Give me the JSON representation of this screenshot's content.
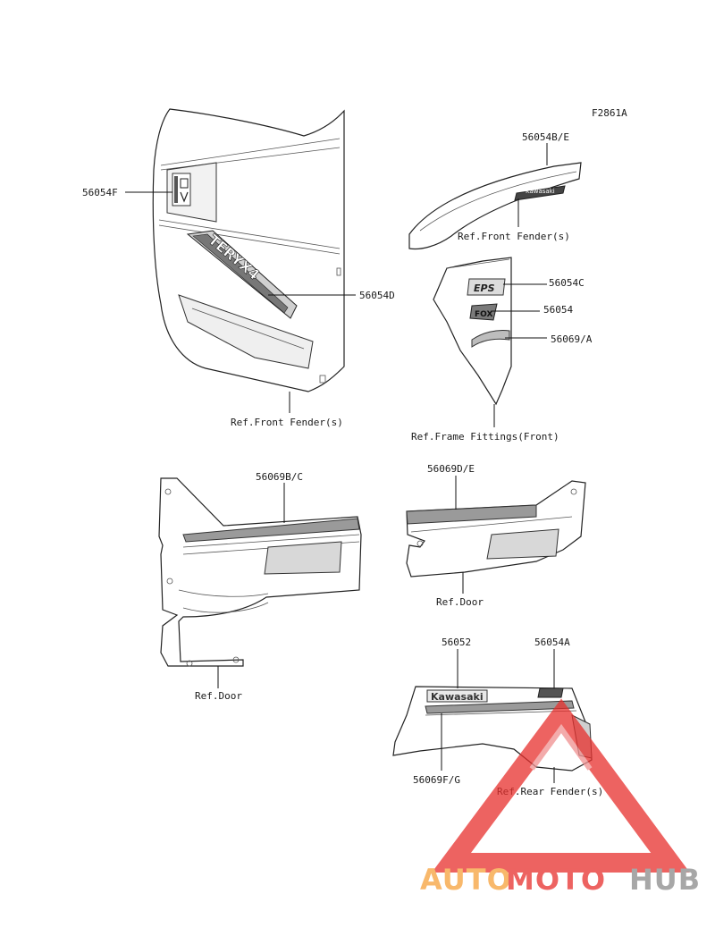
{
  "figure_code": "F2861A",
  "labels": {
    "p56054F": "56054F",
    "p56054D": "56054D",
    "ref_front_fender_left": "Ref.Front Fender(s)",
    "p56054BE": "56054B/E",
    "ref_front_fender_right": "Ref.Front Fender(s)",
    "p56054C": "56054C",
    "p56054": "56054",
    "p56069A": "56069/A",
    "ref_frame_fittings": "Ref.Frame Fittings(Front)",
    "p56069BC": "56069B/C",
    "ref_door_left": "Ref.Door",
    "p56069DE": "56069D/E",
    "ref_door_right": "Ref.Door",
    "p56052": "56052",
    "p56054A": "56054A",
    "p56069FG": "56069F/G",
    "ref_rear_fender": "Ref.Rear Fender(s)"
  },
  "decal_text": {
    "eps": "EPS",
    "kawasaki": "Kawasaki",
    "teryx": "TERYX4"
  },
  "watermark": {
    "part1": "AUTO",
    "part2": "MOTO",
    "part3": "HUB",
    "color_orange": "#f6a13a",
    "color_red": "#e8302d",
    "color_grey": "#8a8a8a"
  }
}
